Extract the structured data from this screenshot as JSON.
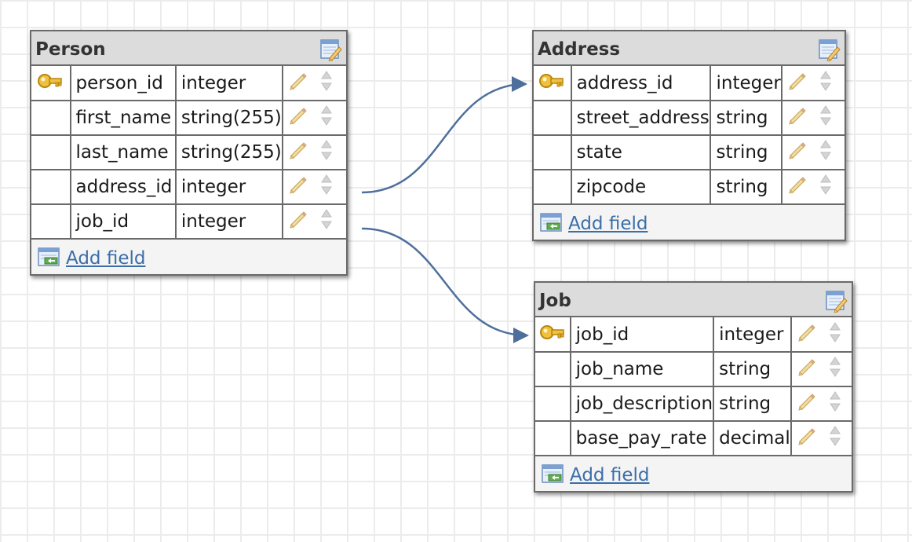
{
  "tables": [
    {
      "id": "person",
      "title": "Person",
      "fields": [
        {
          "name": "person_id",
          "type": "integer",
          "primary_key": true
        },
        {
          "name": "first_name",
          "type": "string(255)",
          "primary_key": false
        },
        {
          "name": "last_name",
          "type": "string(255)",
          "primary_key": false
        },
        {
          "name": "address_id",
          "type": "integer",
          "primary_key": false
        },
        {
          "name": "job_id",
          "type": "integer",
          "primary_key": false
        }
      ],
      "add_field_label": "Add field"
    },
    {
      "id": "address",
      "title": "Address",
      "fields": [
        {
          "name": "address_id",
          "type": "integer",
          "primary_key": true
        },
        {
          "name": "street_address",
          "type": "string",
          "primary_key": false
        },
        {
          "name": "state",
          "type": "string",
          "primary_key": false
        },
        {
          "name": "zipcode",
          "type": "string",
          "primary_key": false
        }
      ],
      "add_field_label": "Add field"
    },
    {
      "id": "job",
      "title": "Job",
      "fields": [
        {
          "name": "job_id",
          "type": "integer",
          "primary_key": true
        },
        {
          "name": "job_name",
          "type": "string",
          "primary_key": false
        },
        {
          "name": "job_description",
          "type": "string",
          "primary_key": false
        },
        {
          "name": "base_pay_rate",
          "type": "decimal",
          "primary_key": false
        }
      ],
      "add_field_label": "Add field"
    }
  ],
  "relations": [
    {
      "from_table": "person",
      "from_field": "address_id",
      "to_table": "address",
      "to_field": "address_id"
    },
    {
      "from_table": "person",
      "from_field": "job_id",
      "to_table": "job",
      "to_field": "job_id"
    }
  ],
  "icons": {
    "key": "key-icon",
    "edit_field": "pencil-icon",
    "reorder": "reorder-arrows-icon",
    "edit_table": "edit-table-icon",
    "add_field": "add-field-icon"
  },
  "colors": {
    "link": "#3b6ea8",
    "relation_line": "#4e6f9c",
    "header_bg": "#dcdcdc",
    "border": "#6a6a6a"
  }
}
